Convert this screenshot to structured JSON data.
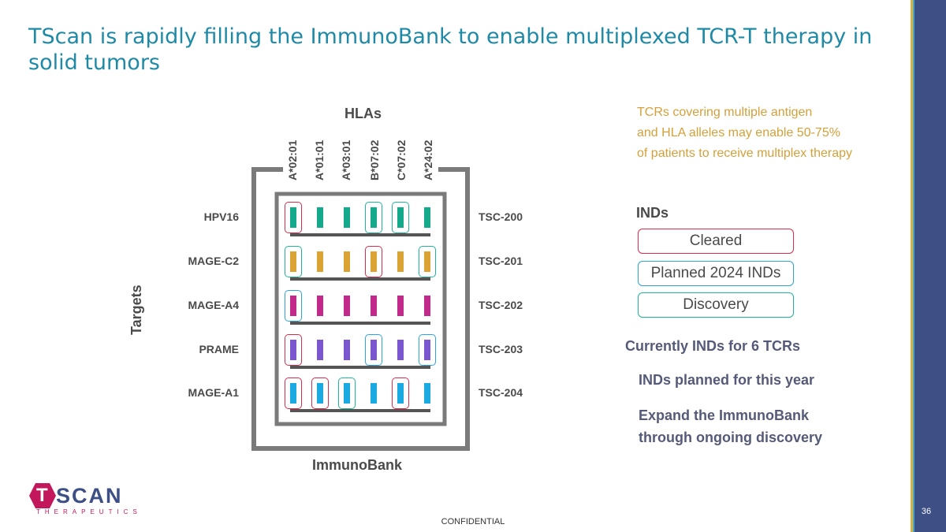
{
  "title": "TScan is rapidly filling the ImmunoBank to enable multiplexed TCR-T therapy in solid tumors",
  "diagram": {
    "hlas_title": "HLAs",
    "hlas": [
      "A*02:01",
      "A*01:01",
      "A*03:01",
      "B*07:02",
      "C*07:02",
      "A*24:02"
    ],
    "targets_title": "Targets",
    "targets": [
      "HPV16",
      "MAGE-C2",
      "MAGE-A4",
      "PRAME",
      "MAGE-A1"
    ],
    "tscs": [
      "TSC-200",
      "TSC-201",
      "TSC-202",
      "TSC-203",
      "TSC-204"
    ],
    "bank_label": "ImmunoBank",
    "row_colors": [
      "#13a98a",
      "#dba234",
      "#c12a8a",
      "#7a57cf",
      "#1aa9e0"
    ],
    "status_grid": [
      [
        "cleared",
        "none",
        "none",
        "discovery",
        "discovery",
        "none"
      ],
      [
        "discovery",
        "none",
        "none",
        "cleared",
        "none",
        "discovery"
      ],
      [
        "planned",
        "none",
        "none",
        "none",
        "none",
        "none"
      ],
      [
        "cleared",
        "none",
        "none",
        "planned",
        "none",
        "planned"
      ],
      [
        "cleared",
        "cleared",
        "discovery",
        "none",
        "cleared",
        "none"
      ]
    ],
    "status_colors": {
      "cleared": "#d82c4a",
      "planned": "#2aa6dc",
      "discovery": "#20b49a"
    }
  },
  "note": {
    "line1": "TCRs covering multiple antigen",
    "line2": "and HLA alleles may enable 50-75%",
    "line3": "of patients to receive multiplex therapy"
  },
  "legend": {
    "title": "INDs",
    "cleared": "Cleared",
    "planned": "Planned 2024 INDs",
    "discovery": "Discovery"
  },
  "status": {
    "cleared_text": "Currently INDs for 6 TCRs",
    "planned_text": "INDs planned for this year",
    "discovery_line1": "Expand the ImmunoBank",
    "discovery_line2": "through ongoing discovery"
  },
  "logo": {
    "word": "SCAN",
    "letter": "T",
    "sub": "THERAPEUTICS"
  },
  "footer": {
    "confidential": "CONFIDENTIAL",
    "page": "36"
  }
}
